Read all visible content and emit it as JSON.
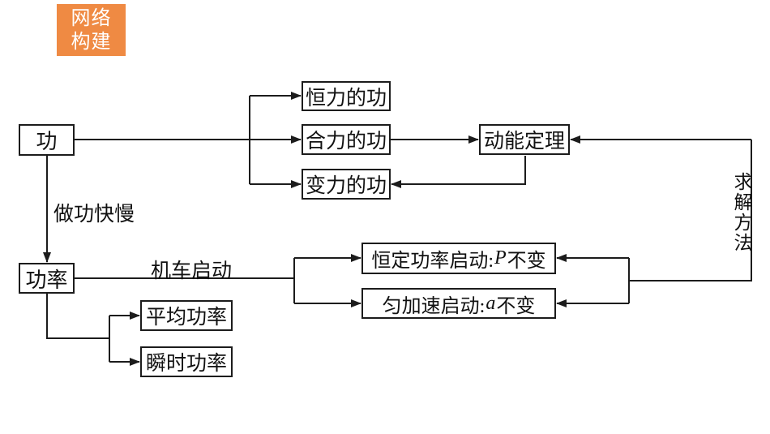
{
  "badge": {
    "line1": "网络",
    "line2": "构建",
    "bg_color": "#ef8a43",
    "text_color": "#ffffff"
  },
  "nodes": {
    "gong": {
      "label": "功"
    },
    "hengli": {
      "label": "恒力的功"
    },
    "heli": {
      "label": "合力的功"
    },
    "bianli": {
      "label": "变力的功"
    },
    "dongneng": {
      "label": "动能定理"
    },
    "gonglv": {
      "label": "功率"
    },
    "hengding": {
      "prefix": "恒定功率启动:",
      "var": "P",
      "suffix": " 不变"
    },
    "yunjiasu": {
      "prefix": "匀加速启动:",
      "var": "a",
      "suffix": " 不变"
    },
    "pingjun": {
      "label": "平均功率"
    },
    "shunshi": {
      "label": "瞬时功率"
    }
  },
  "edge_labels": {
    "zuogong": "做功快慢",
    "jiche": "机车启动",
    "qiujie": "求解方法"
  },
  "colors": {
    "line": "#1c1c1c",
    "background": "#ffffff"
  }
}
